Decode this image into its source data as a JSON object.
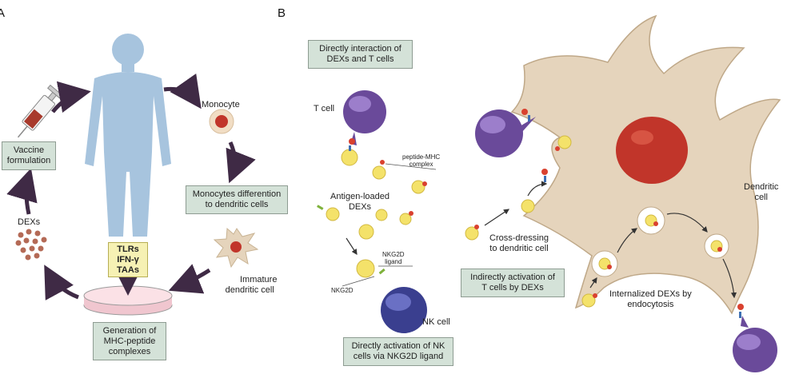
{
  "panel_a": {
    "label": "A",
    "monocyte": "Monocyte",
    "mono_diff": [
      "Monocytes differention",
      "to dendritic cells"
    ],
    "immature": [
      "Immature",
      "dendritic cell"
    ],
    "generation": [
      "Generation of",
      "MHC-peptide",
      "complexes"
    ],
    "stimuli": [
      "TLRs",
      "IFN-γ",
      "TAAs"
    ],
    "dexs": "DEXs",
    "vaccine": [
      "Vaccine",
      "formulation"
    ]
  },
  "panel_b": {
    "label": "B",
    "direct_t": [
      "Directly interaction of",
      "DEXs and T cells"
    ],
    "t_cell": "T cell",
    "peptide_mhc": [
      "peptide-MHC",
      "complex"
    ],
    "antigen_dexs": [
      "Antigen-loaded",
      "DEXs"
    ],
    "nkg2d_ligand": [
      "NKG2D",
      "ligand"
    ],
    "nkg2d": "NKG2D",
    "nk_cell": "NK cell",
    "direct_nk": [
      "Directly activation of NK",
      "cells via NKG2D ligand"
    ],
    "cross_dressing": [
      "Cross-dressing",
      "to dendritic cell"
    ],
    "indirect_t": [
      "Indirectly activation of",
      "T cells by DEXs"
    ],
    "internalized": [
      "Internalized DEXs by",
      "endocytosis"
    ],
    "dendritic_cell": [
      "Dendritic",
      "cell"
    ]
  },
  "colors": {
    "body": "#a7c4de",
    "arrow": "#3f2a45",
    "dc": "#e5d4bc",
    "nucleus": "#c1352a",
    "tcell": "#6a4a9a",
    "nkcell": "#3a3f8f",
    "dex": "#f4e26a",
    "box": "#d4e2d8"
  }
}
